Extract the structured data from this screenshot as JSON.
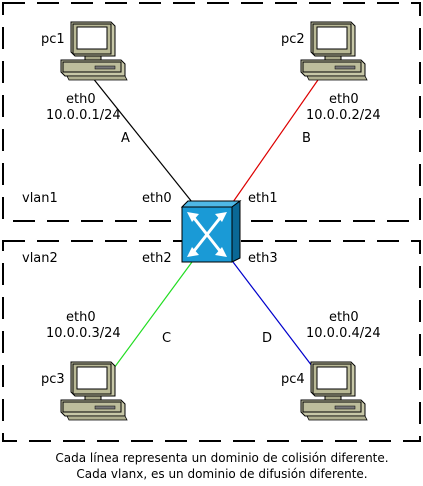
{
  "diagram": {
    "pcs": [
      {
        "name": "pc1",
        "iface": "eth0",
        "ip": "10.0.0.1/24"
      },
      {
        "name": "pc2",
        "iface": "eth0",
        "ip": "10.0.0.2/24"
      },
      {
        "name": "pc3",
        "iface": "eth0",
        "ip": "10.0.0.3/24"
      },
      {
        "name": "pc4",
        "iface": "eth0",
        "ip": "10.0.0.4/24"
      }
    ],
    "links": [
      {
        "label": "A",
        "color": "#000000"
      },
      {
        "label": "B",
        "color": "#dd0000"
      },
      {
        "label": "C",
        "color": "#22dd22"
      },
      {
        "label": "D",
        "color": "#0000cc"
      }
    ],
    "switch_ports": [
      "eth0",
      "eth1",
      "eth2",
      "eth3"
    ],
    "vlans": [
      "vlan1",
      "vlan2"
    ],
    "switch_color": "#1a9ad6"
  },
  "caption": {
    "line1": "Cada línea representa un dominio de colisión diferente.",
    "line2": "Cada vlanx, es un dominio de difusión diferente."
  }
}
